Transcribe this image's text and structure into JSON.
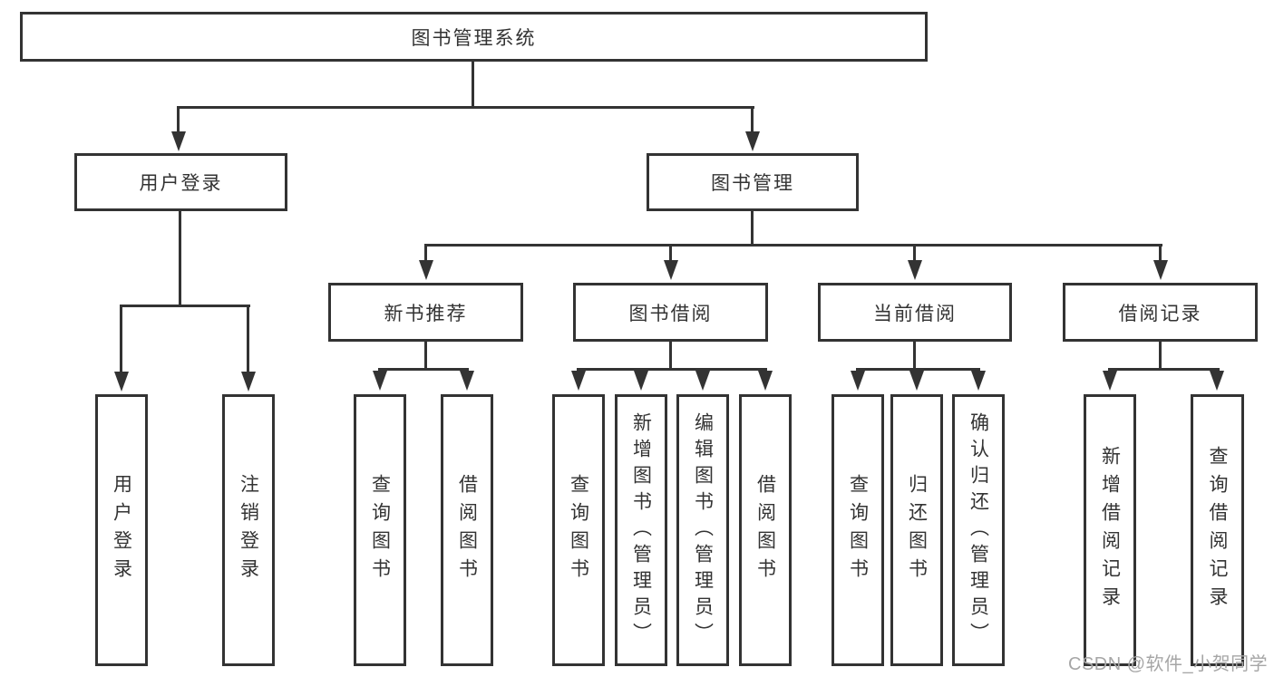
{
  "colors": {
    "line": "#333333",
    "text": "#333333",
    "background": "#ffffff",
    "watermark": "#a6a6a6"
  },
  "diagram": {
    "root": {
      "label": "图书管理系统"
    },
    "level1": {
      "user_login": {
        "label": "用户登录"
      },
      "book_management": {
        "label": "图书管理"
      }
    },
    "level2": {
      "new_book_recommend": {
        "label": "新书推荐"
      },
      "book_borrow": {
        "label": "图书借阅"
      },
      "current_borrow": {
        "label": "当前借阅"
      },
      "borrow_record": {
        "label": "借阅记录"
      }
    },
    "leaves": {
      "user_login_login": {
        "label": "用户登录"
      },
      "user_login_logout": {
        "label": "注销登录"
      },
      "nbr_query_book": {
        "label": "查询图书"
      },
      "nbr_borrow_book": {
        "label": "借阅图书"
      },
      "bb_query_book": {
        "label": "查询图书"
      },
      "bb_add_book": {
        "label": "新增图书（管理员）"
      },
      "bb_edit_book": {
        "label": "编辑图书（管理员）"
      },
      "bb_borrow_book": {
        "label": "借阅图书"
      },
      "cb_query_book": {
        "label": "查询图书"
      },
      "cb_return_book": {
        "label": "归还图书"
      },
      "cb_confirm_return": {
        "label": "确认归还（管理员）"
      },
      "br_add_record": {
        "label": "新增借阅记录"
      },
      "br_query_record": {
        "label": "查询借阅记录"
      }
    }
  },
  "watermark": {
    "text": "CSDN @软件_小贺同学"
  }
}
